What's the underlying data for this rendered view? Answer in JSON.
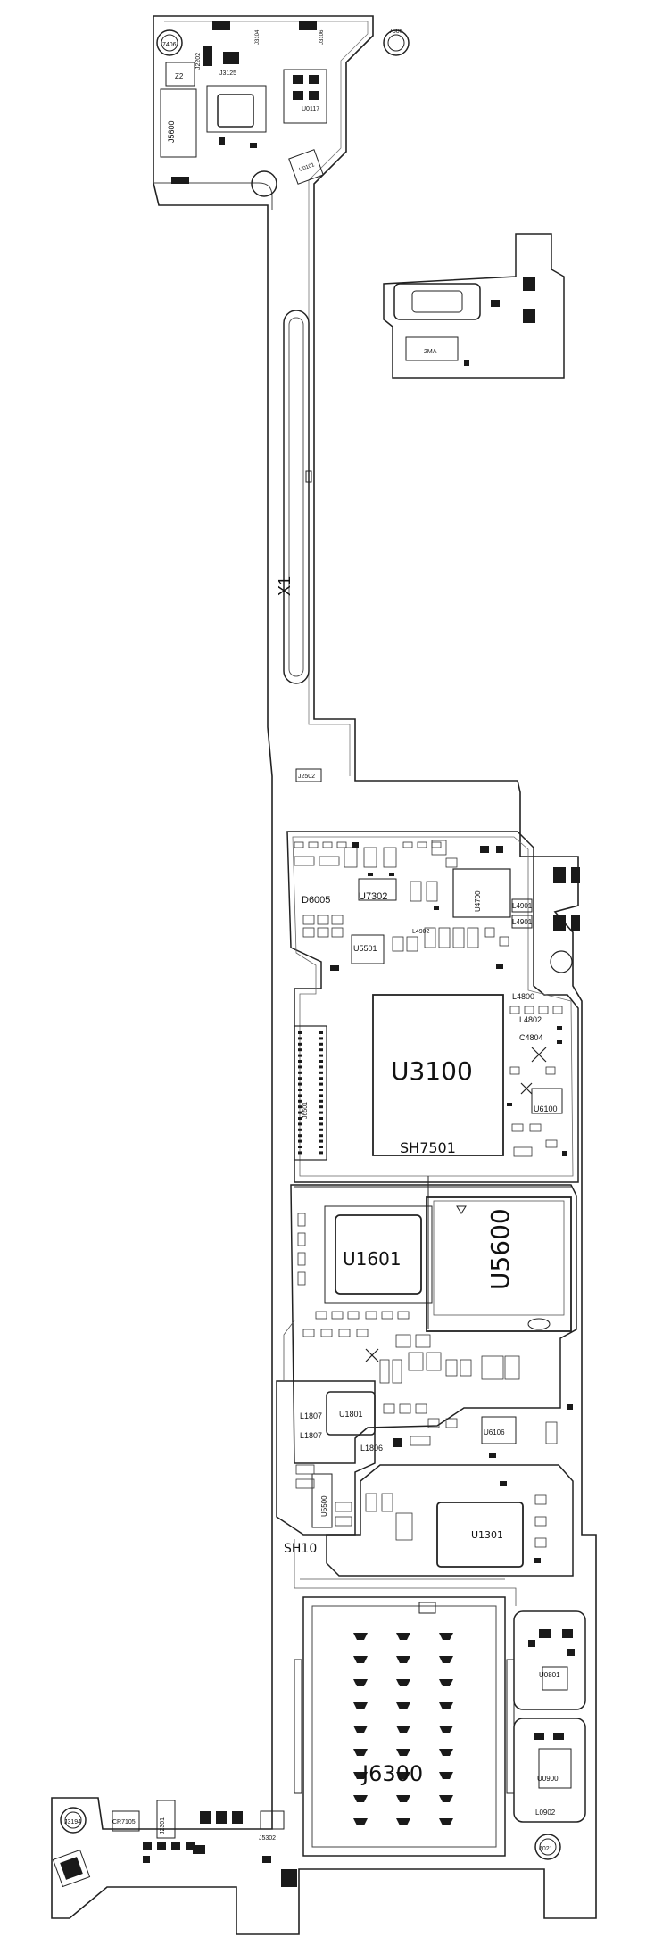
{
  "labels": {
    "t7406": "7406",
    "t7506": "7506",
    "j2202": "J2202",
    "j3104": "J3104",
    "j3106": "J3106",
    "j3125": "J3125",
    "z2": "Z2",
    "j5600": "J5600",
    "u0117": "U0117",
    "u0101": "U0101",
    "x1": "X1",
    "u2ma": "2MA",
    "j2502": "J2502",
    "u7302": "U7302",
    "u4700": "U4700",
    "d6005": "D6005",
    "u5501": "U5501",
    "l4901a": "L4901",
    "l4901b": "L4901",
    "l4902": "L4902",
    "l4800": "L4800",
    "l4802": "L4802",
    "c4804": "C4804",
    "u3100": "U3100",
    "sh7501": "SH7501",
    "u6100": "U6100",
    "j6501": "J6501",
    "u1601": "U1601",
    "u5600": "U5600",
    "u1801": "U1801",
    "l1807a": "L1807",
    "l1807b": "L1807",
    "l1806": "L1806",
    "u6106": "U6106",
    "u1301": "U1301",
    "u5500": "U5500",
    "sh10": "SH10",
    "j6300": "J6300",
    "u0801": "U0801",
    "u0900": "U0900",
    "l0902": "L0902",
    "j3194": "J3194",
    "cr7105": "CR7105",
    "j2301": "J2301",
    "j5302": "J5302",
    "t6021": "6021"
  },
  "colors": {
    "line": "#222222",
    "trace": "#555555",
    "pad": "#1a1a1a",
    "board_fill": "#ffffff"
  }
}
